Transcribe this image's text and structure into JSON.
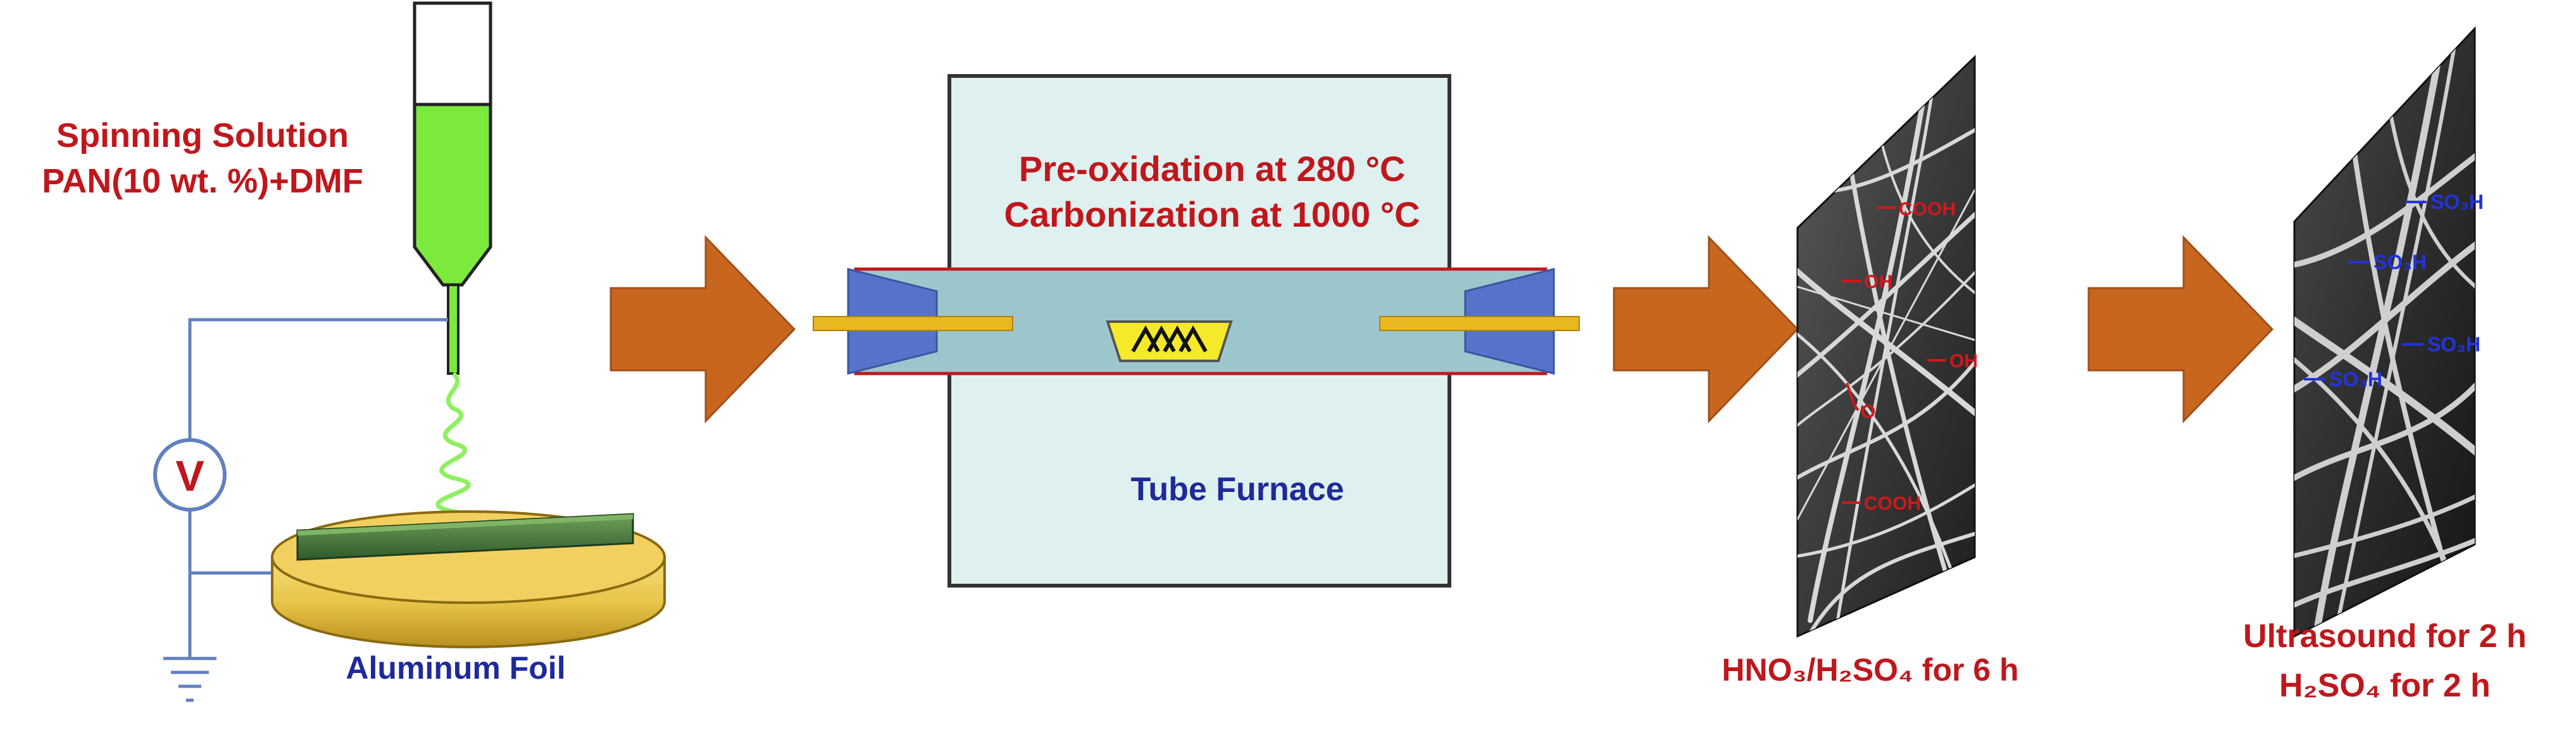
{
  "electrospinning": {
    "solution_line1": "Spinning Solution",
    "solution_line2": "PAN(10 wt. %)+DMF",
    "voltmeter": "V",
    "collector": "Aluminum Foil"
  },
  "furnace": {
    "line1": "Pre-oxidation at 280 °C",
    "line2": "Carbonization at 1000 °C",
    "name": "Tube Furnace"
  },
  "acid_treatment": {
    "caption": "HNO₃/H₂SO₄ for 6 h",
    "groups": [
      "COOH",
      "OH",
      "OH",
      "O",
      "COOH"
    ]
  },
  "sulfonation": {
    "caption_line1": "Ultrasound for 2 h",
    "caption_line2": "H₂SO₄ for 2 h",
    "groups": [
      "SO₃H",
      "SO₃H",
      "SO₃H",
      "SO₃H"
    ]
  },
  "colors": {
    "arrow": "#c9661e",
    "label_red": "#c0171c",
    "label_blue": "#1f2a9a",
    "solution_green": "#7cea3c",
    "furnace_fill": "#dff0f0",
    "tube_fill": "#9dc6cc",
    "foil_gold": "#e8c54a"
  },
  "icons": [
    "syringe-icon",
    "voltmeter-icon",
    "ground-icon",
    "process-arrow-icon",
    "sample-boat-icon",
    "sem-image-icon"
  ]
}
